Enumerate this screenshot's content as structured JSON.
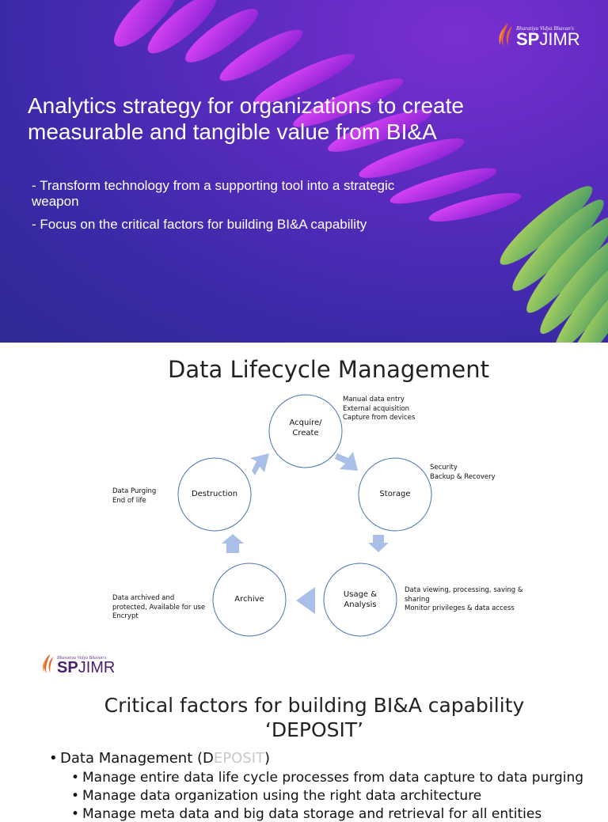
{
  "slide1": {
    "title": "Analytics strategy for organizations to create measurable and tangible value from BI&A",
    "bullets": [
      "- Transform technology from a supporting tool into a strategic weapon",
      "- Focus on the critical factors for building BI&A capability"
    ],
    "colors": {
      "background": "#3b2aa8",
      "accent": "#c020e0",
      "ribbon_green": "#7fc04a"
    }
  },
  "logo": {
    "tagline": "Bharatiya Vidya Bhavan's",
    "sp": "SP",
    "jimr": "JIMR",
    "icon": "flame-logo-icon",
    "colors": {
      "flame": "#e8632b",
      "text": "#4a1d6e"
    }
  },
  "slide2": {
    "title": "Data Lifecycle Management",
    "stages": {
      "acquire": "Acquire/ Create",
      "storage": "Storage",
      "usage": "Usage & Analysis",
      "archive": "Archive",
      "destruction": "Destruction"
    },
    "notes": {
      "acquire": [
        "Manual data entry",
        "External acquisition",
        "Capture from devices"
      ],
      "storage": [
        "Security",
        "Backup & Recovery"
      ],
      "usage": [
        "Data viewing, processing, saving &",
        "sharing",
        "Monitor privileges & data access"
      ],
      "archive": [
        "Data archived and",
        "protected, Available for use",
        "Encrypt"
      ],
      "destruction": [
        "Data Purging",
        "End of life"
      ]
    },
    "colors": {
      "circle_stroke": "#4a73b5",
      "arrow": "#a9bfe8"
    }
  },
  "slide3": {
    "title_line1": "Critical factors for building BI&A capability",
    "title_line2": "‘DEPOSIT’",
    "item1_prefix": "Data Management (",
    "item1_d": "D",
    "item1_rest": "EPOSIT",
    "item1_suffix": ")",
    "subitems": [
      "Manage entire data life cycle processes from data capture to data purging",
      "Manage data organization using the right data architecture",
      "Manage meta data and big data storage and retrieval for all entities"
    ],
    "bullet": "•"
  }
}
